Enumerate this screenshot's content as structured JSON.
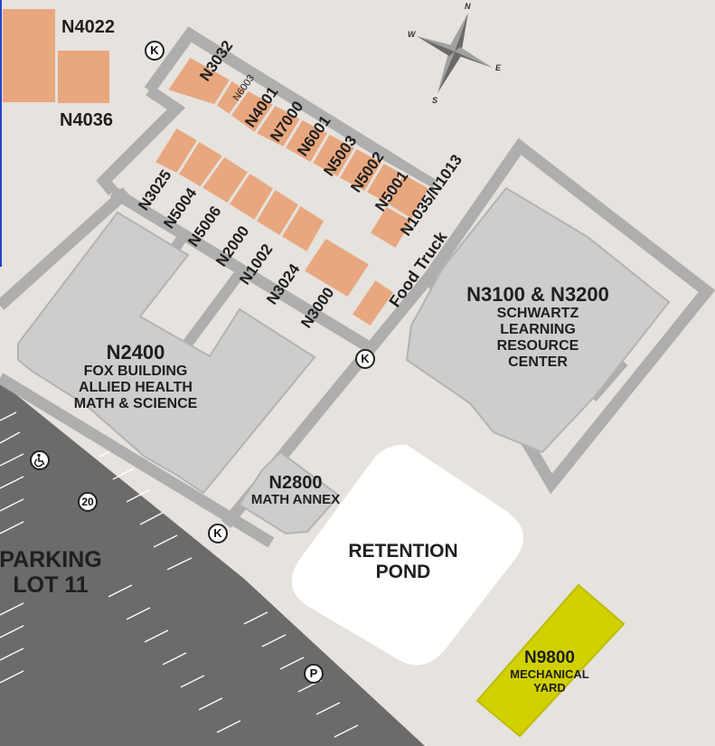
{
  "colors": {
    "background": "#e6e2dd",
    "walkway": "#aeaeae",
    "building": "#cdcdcd",
    "building_outline": "#b3b3b3",
    "portable": "#e8a77f",
    "parking": "#6b6b6b",
    "pond": "#ffffff",
    "mechanical": "#d1d100",
    "blue_edge": "#2244cc"
  },
  "labels": {
    "n4022": "N4022",
    "n4036": "N4036",
    "n3032": "N3032",
    "n6003": "N6003",
    "n4001": "N4001",
    "n7000": "N7000",
    "n6001": "N6001",
    "n5003": "N5003",
    "n5002": "N5002",
    "n5001": "N5001",
    "n1035": "N1035/N1013",
    "n3025": "N3025",
    "n5004": "N5004",
    "n5006": "N5006",
    "n2000": "N2000",
    "n1002": "N1002",
    "n3024": "N3024",
    "n3000": "N3000",
    "food_truck": "Food Truck"
  },
  "buildings": {
    "n2400": {
      "number": "N2400",
      "line1": "FOX BUILDING",
      "line2": "ALLIED HEALTH",
      "line3": "MATH & SCIENCE"
    },
    "n3100": {
      "number": "N3100 & N3200",
      "line1": "SCHWARTZ",
      "line2": "LEARNING",
      "line3": "RESOURCE",
      "line4": "CENTER"
    },
    "n2800": {
      "number": "N2800",
      "line1": "MATH ANNEX"
    },
    "pond": {
      "line1": "RETENTION",
      "line2": "POND"
    },
    "parking": {
      "line1": "PARKING",
      "line2": "LOT 11"
    },
    "n9800": {
      "number": "N9800",
      "line1": "MECHANICAL",
      "line2": "YARD"
    }
  },
  "markers": {
    "k": "K",
    "p": "P",
    "lot_number": "20",
    "accessible_icon": "wheelchair-icon"
  },
  "compass": {
    "n": "N",
    "e": "E",
    "s": "S",
    "w": "W"
  }
}
